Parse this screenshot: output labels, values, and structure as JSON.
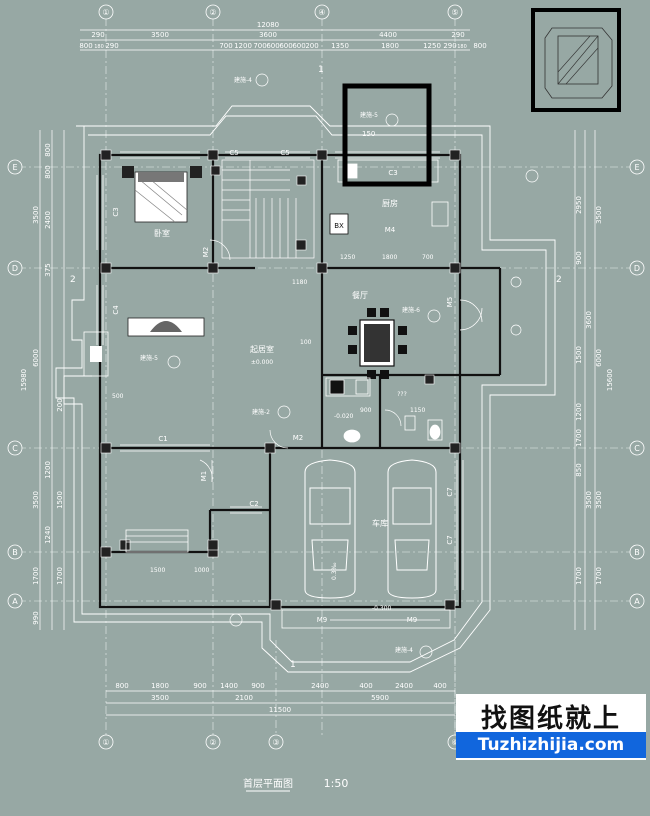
{
  "drawing": {
    "title": "首层平面图",
    "scale": "1:50",
    "top_total": "12080",
    "top_dims_row1": [
      "290",
      "3500",
      "3600",
      "4400",
      "290"
    ],
    "top_dims_row2": [
      "800",
      "180",
      "290",
      "700",
      "1200",
      "700",
      "600",
      "600",
      "600",
      "200",
      "1350",
      "1800",
      "1250",
      "290",
      "180",
      "800"
    ],
    "bottom_dims_row1": [
      "800",
      "1800",
      "900",
      "1400",
      "900",
      "2400",
      "400",
      "2400",
      "400"
    ],
    "bottom_dims_row2": [
      "3500",
      "2100",
      "5900"
    ],
    "bottom_total": "11500",
    "left_dims_outer": [
      "3500",
      "6000",
      "15980",
      "3500",
      "1700",
      "990"
    ],
    "left_dims_inner": [
      "800",
      "800",
      "2400",
      "375",
      "1200",
      "200",
      "1500",
      "1240",
      "1700"
    ],
    "right_dims_outer": [
      "3500",
      "6000",
      "15600",
      "3500",
      "1700"
    ],
    "right_dims_inner": [
      "2950",
      "900",
      "3600",
      "1500",
      "1200",
      "1700",
      "850",
      "3500",
      "1700"
    ],
    "axis_cols": [
      "①",
      "②",
      "③",
      "④",
      "⑤",
      "⑥"
    ],
    "axis_rows": [
      "E",
      "D",
      "C",
      "B",
      "A"
    ]
  },
  "rooms": {
    "bedroom": "卧室",
    "living": "起居室",
    "living_level": "±0.000",
    "kitchen": "厨房",
    "dining": "餐厅",
    "garage": "车库",
    "bathroom": "???"
  },
  "labels": {
    "c5a": "C5",
    "c5b": "C5",
    "c3a": "C3",
    "c3b": "C3",
    "c4": "C4",
    "c1": "C1",
    "c2": "C2",
    "c7a": "C7",
    "c7b": "C7",
    "m1": "M1",
    "m2a": "M2",
    "m2b": "M2",
    "m4": "M4",
    "m5": "M5",
    "m9a": "M9",
    "m9b": "M9",
    "bx": "BX",
    "detail4a": "建施-4",
    "detail4b": "建施-4",
    "detail5a": "建施-5",
    "detail5b": "建施-5",
    "detail6": "建施-6",
    "detail2": "建施-2",
    "dim150": "150",
    "level_a": "-0.020",
    "level_b": "-0.300",
    "level_c": "0.3‰",
    "section1": "1",
    "section2": "2",
    "num1250": "1250",
    "num1800": "1800",
    "num1180": "1180",
    "num900": "900",
    "num1150": "1150",
    "num1500": "1500",
    "num1000": "1000",
    "num700": "700",
    "num500": "500",
    "num100": "100"
  },
  "colors": {
    "background": "#97a8a4",
    "lines": "#ffffff",
    "walls": "#111111",
    "highlight_box": "#000000"
  },
  "watermark": {
    "text_cn": "找图纸就上",
    "url": "Tuzhizhijia.com"
  }
}
